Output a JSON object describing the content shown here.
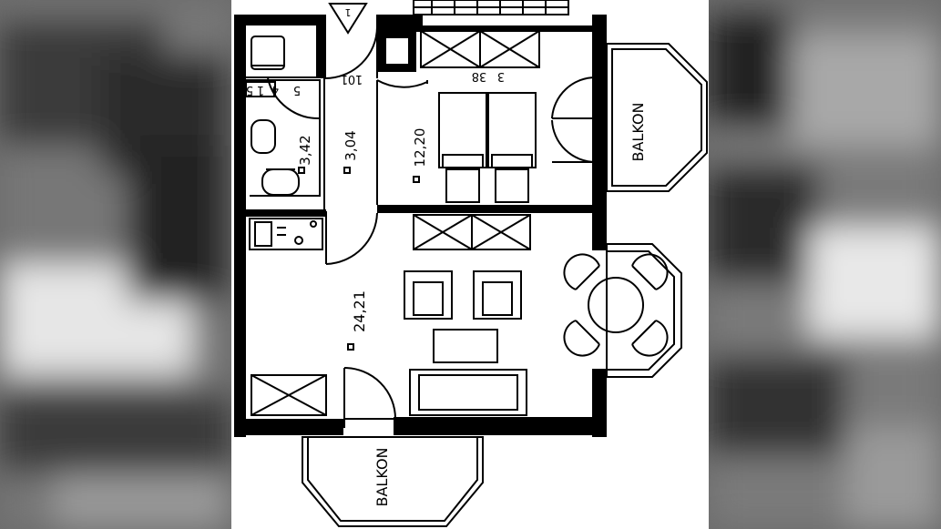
{
  "plan": {
    "north_marker": "1",
    "rooms": [
      {
        "id": "bath",
        "area": "3,42"
      },
      {
        "id": "hall",
        "area": "3,04"
      },
      {
        "id": "bedroom",
        "area": "12,20"
      },
      {
        "id": "living",
        "area": "24,21"
      }
    ],
    "dimensions": {
      "left": [
        "5",
        "4",
        "1",
        "5"
      ],
      "middle": [
        "1",
        "0",
        "1"
      ],
      "right": [
        "3",
        "38"
      ]
    },
    "balconies": [
      {
        "id": "balcony-right",
        "label": "BALKON"
      },
      {
        "id": "balcony-bottom",
        "label": "BALKON"
      }
    ]
  },
  "colors": {
    "background": "#5a5a5a",
    "paper": "#ffffff",
    "ink": "#000000"
  }
}
